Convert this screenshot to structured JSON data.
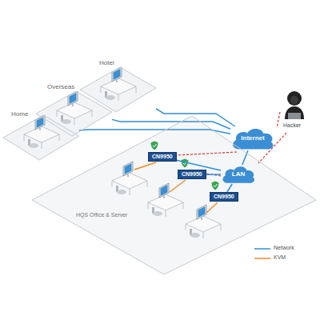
{
  "diagram": {
    "nodes": [
      {
        "text": [
          "Hotel"
        ]
      },
      {
        "text": [
          "Overseas"
        ]
      },
      {
        "text": [
          "Home"
        ]
      },
      {
        "text": [
          "Internet"
        ]
      },
      {
        "text": [
          "HQS Office & Server"
        ]
      },
      {
        "text": [
          "CN9950"
        ],
        "in": 4
      },
      {
        "text": [
          "LAN"
        ],
        "in": 4
      },
      {
        "text": [
          "CN9950"
        ],
        "in": 4
      },
      {
        "text": [
          "CN9950"
        ],
        "in": 4
      }
    ],
    "edges": [
      {
        "from": 0,
        "to": 3,
        "arrow": "none"
      },
      {
        "from": 1,
        "to": 3,
        "arrow": "none"
      },
      {
        "from": 2,
        "to": 3,
        "arrow": "none"
      },
      {
        "from": 3,
        "to": 6,
        "arrow": "none"
      },
      {
        "from": 6,
        "to": 5,
        "arrow": "none"
      },
      {
        "from": 6,
        "to": 7,
        "arrow": "none"
      },
      {
        "from": 6,
        "to": 8,
        "arrow": "none"
      }
    ],
    "labels": [
      "Hacker"
    ],
    "legend": [
      {
        "text": "Network"
      },
      {
        "text": "KVM"
      }
    ]
  }
}
